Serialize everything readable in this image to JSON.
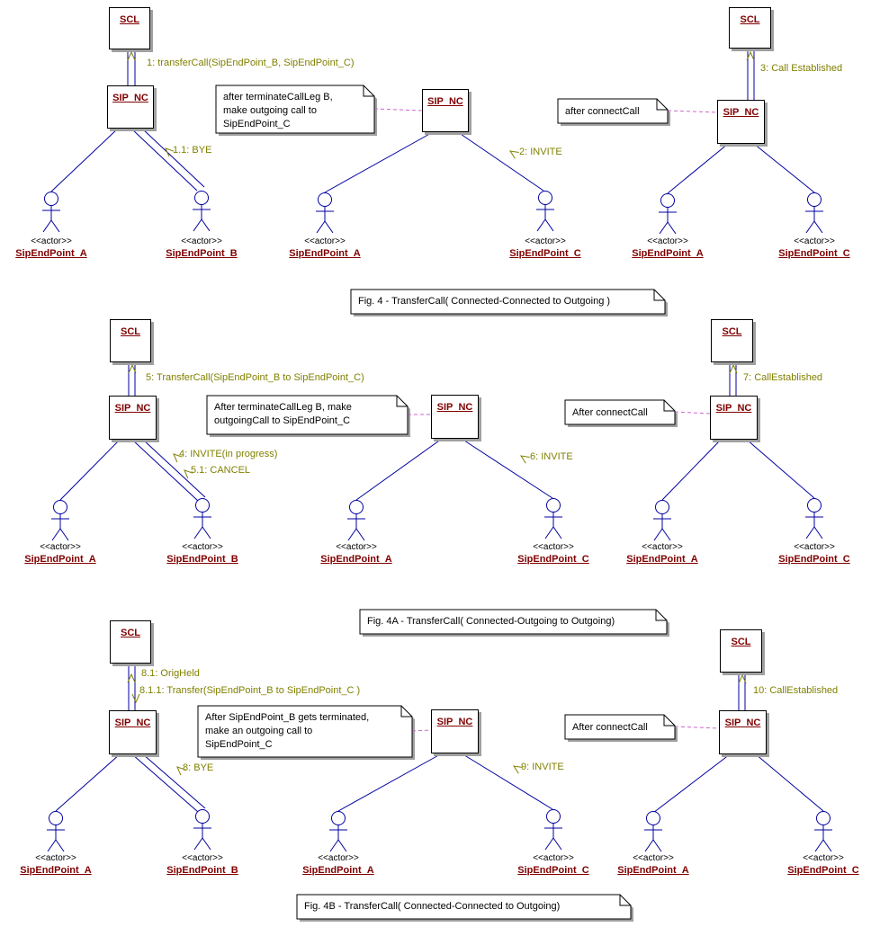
{
  "diagram": {
    "node_labels": {
      "scl": "SCL",
      "sip_nc": "SIP_NC"
    },
    "actor_stereotype": "<<actor>>",
    "actor_names": {
      "a": "SipEndPoint_A",
      "b": "SipEndPoint_B",
      "c": "SipEndPoint_C"
    },
    "colors": {
      "link_line": "#0000a0",
      "message_text": "#808000",
      "node_text": "#800000",
      "note_anchor": "#cc66cc",
      "shadow": "#a0a0a0"
    },
    "fig4": {
      "caption": "Fig. 4 - TransferCall( Connected-Connected to Outgoing )",
      "messages": {
        "transfer_call": "1: transferCall(SipEndPoint_B, SipEndPoint_C)",
        "bye": "1.1: BYE",
        "invite": "2: INVITE",
        "call_established": "3: Call Established"
      },
      "notes": {
        "make_outgoing_call": "after terminateCallLeg B,\nmake outgoing call to\nSipEndPoint_C",
        "connect_call": "after connectCall"
      }
    },
    "fig4a": {
      "caption": "Fig. 4A - TransferCall( Connected-Outgoing to Outgoing)",
      "messages": {
        "transfer_call": "5: TransferCall(SipEndPoint_B to SipEndPoint_C)",
        "invite_in_progress": "4: INVITE(in progress)",
        "cancel": "5.1: CANCEL",
        "invite": "6: INVITE",
        "call_established": "7: CallEstablished"
      },
      "notes": {
        "make_outgoing_call": "After terminateCallLeg B, make\noutgoingCall to SipEndPoint_C",
        "connect_call": "After connectCall"
      }
    },
    "fig4b": {
      "caption": "Fig. 4B - TransferCall( Connected-Connected to Outgoing)",
      "messages": {
        "orig_held": "8.1: OrigHeld",
        "transfer": "8.1.1: Transfer(SipEndPoint_B to SipEndPoint_C )",
        "bye": "8: BYE",
        "invite": "9: INVITE",
        "call_established": "10: CallEstablished"
      },
      "notes": {
        "make_outgoing_call": "After SipEndPoint_B gets terminated,\nmake an outgoing call to\nSipEndPoint_C",
        "connect_call": "After connectCall"
      }
    }
  }
}
